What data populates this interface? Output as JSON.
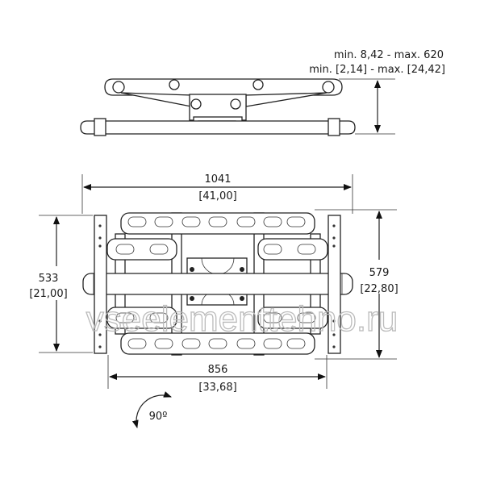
{
  "top_view": {
    "depth_mm": "min. 8,42 - max. 620",
    "depth_in": "min. [2,14] - max. [24,42]"
  },
  "front_view": {
    "overall_width_mm": "1041",
    "overall_width_in": "[41,00]",
    "plate_height_mm": "533",
    "plate_height_in": "[21,00]",
    "bracket_height_mm": "579",
    "bracket_height_in": "[22,80]",
    "plate_spacing_mm": "856",
    "plate_spacing_in": "[33,68]"
  },
  "rotation": {
    "label": "90º"
  },
  "watermark": "vseelementtehno.ru"
}
